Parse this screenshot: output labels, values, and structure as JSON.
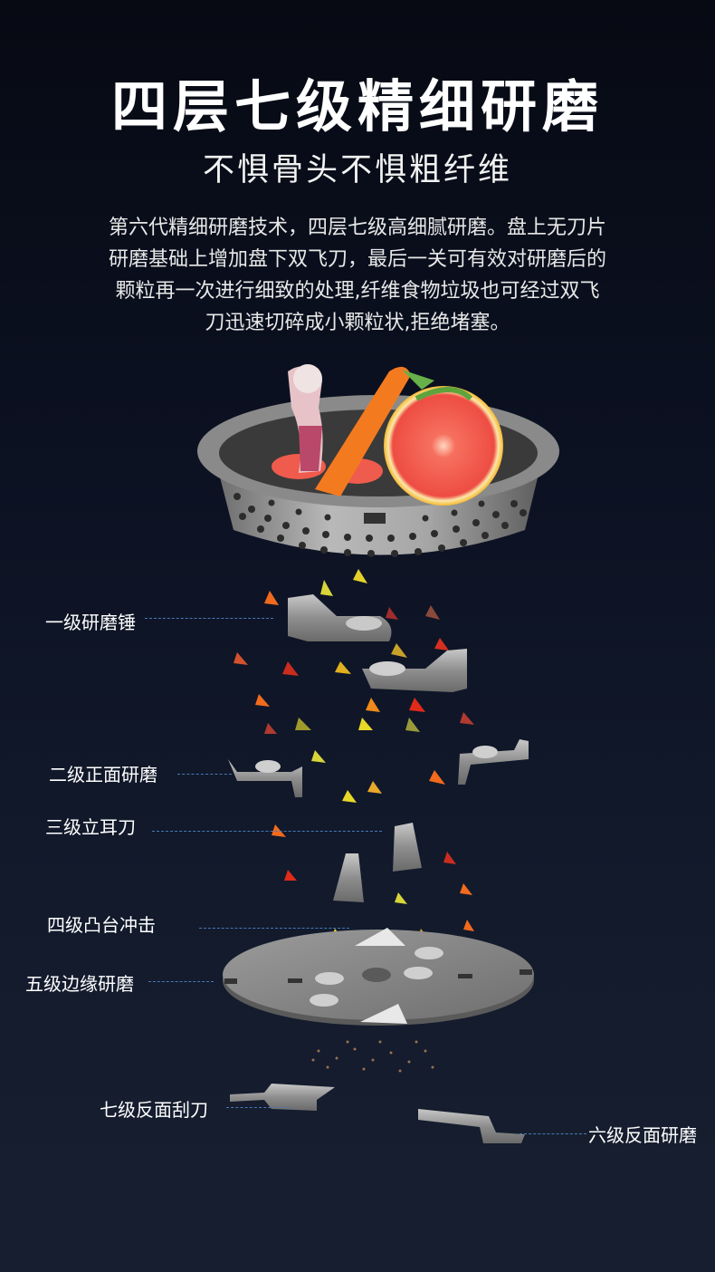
{
  "header": {
    "title": "四层七级精细研磨",
    "subtitle": "不惧骨头不惧粗纤维",
    "description_lines": [
      "第六代精细研磨技术，四层七级高细腻研磨。盘上无刀片",
      "研磨基础上增加盘下双飞刀，最后一关可有效对研磨后的",
      "颗粒再一次进行细致的处理,纤维食物垃圾也可经过双飞",
      "刀迅速切碎成小颗粒状,拒绝堵塞。"
    ]
  },
  "labels": {
    "level1": "一级研磨锤",
    "level2": "二级正面研磨",
    "level3": "三级立耳刀",
    "level4": "四级凸台冲击",
    "level5": "五级边缘研磨",
    "level6": "六级反面研磨",
    "level7": "七级反面刮刀"
  },
  "colors": {
    "background_top": "#070a13",
    "background_bottom": "#1a2232",
    "metal": "#9a9a9a",
    "leader_line": "#4a78b8",
    "carrot": "#f47a20",
    "grapefruit": "#f0554a"
  }
}
